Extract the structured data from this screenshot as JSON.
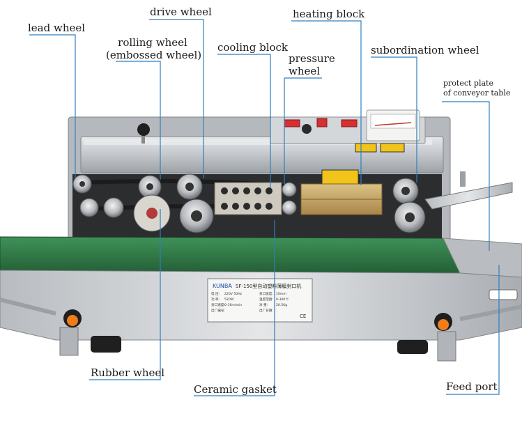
{
  "labels": {
    "lead_wheel": "lead wheel",
    "drive_wheel": "drive wheel",
    "heating_block": "heating block",
    "rolling_wheel_1": "rolling wheel",
    "rolling_wheel_2": "(embossed wheel)",
    "cooling_block": "cooling block",
    "pressure_wheel_1": "pressure",
    "pressure_wheel_2": "wheel",
    "subordination_wheel": "subordination wheel",
    "protect_plate_1": "protect plate",
    "protect_plate_2": "of conveyor table",
    "rubber_wheel": "Rubber wheel",
    "ceramic_gasket": "Ceramic gasket",
    "feed_port": "Feed port"
  },
  "nameplate": {
    "brand": "KUNBA",
    "model_title": "SF-150型自动塑料薄膜封口机",
    "rows": [
      [
        "电 压:",
        "220V 50Hz",
        "封口宽度:",
        "10mm"
      ],
      [
        "功 率:",
        "520W",
        "温度范围:",
        "0-300℃"
      ],
      [
        "封口速度:",
        "0-16m/min",
        "净 重:",
        "20.5Kg"
      ],
      [
        "出厂编号:",
        "",
        "出厂日期:",
        ""
      ]
    ],
    "ce_mark": "CE"
  },
  "colors": {
    "conveyor": "#2f7a45",
    "machine_body": "#c9ccd0",
    "knob_orange": "#f07d1a",
    "heating_block": "#c9a866",
    "button_red": "#d63030"
  }
}
